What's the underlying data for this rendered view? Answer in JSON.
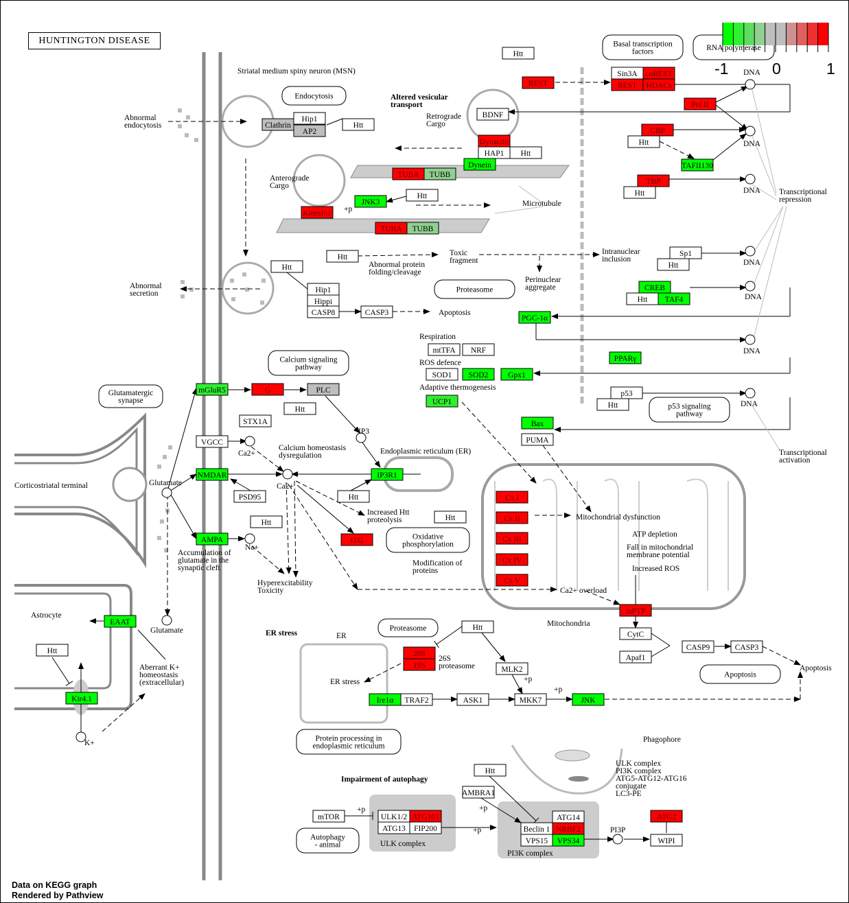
{
  "title": "HUNTINGTON DISEASE",
  "footer": {
    "line1": "Data on KEGG graph",
    "line2": "Rendered by Pathview"
  },
  "legend": {
    "min_label": "-1",
    "mid_label": "0",
    "max_label": "1",
    "colors": [
      "#00ff00",
      "#30ee30",
      "#5fdc5f",
      "#90d090",
      "#bebebe",
      "#bebebe",
      "#d09090",
      "#e06060",
      "#f03030",
      "#ff0000"
    ]
  },
  "colors": {
    "up": "#ff0000",
    "down": "#00ff00",
    "weak_down": "#90d090",
    "none": "#bebebe",
    "nodata": "#ffffff"
  },
  "nodes": [
    {
      "label": "Clathrin",
      "fill": "#bebebe"
    },
    {
      "label": "Hip1",
      "fill": "#ffffff"
    },
    {
      "label": "AP2",
      "fill": "#bebebe"
    },
    {
      "label": "Htt",
      "fill": "#ffffff"
    },
    {
      "label": "Htt",
      "fill": "#ffffff"
    },
    {
      "label": "REST",
      "fill": "#ff0000"
    },
    {
      "label": "Sin3A",
      "fill": "#ffffff"
    },
    {
      "label": "coREST",
      "fill": "#ff0000"
    },
    {
      "label": "REST",
      "fill": "#ff0000"
    },
    {
      "label": "HDACs",
      "fill": "#ff0000"
    },
    {
      "label": "Pol II",
      "fill": "#ff0000"
    },
    {
      "label": "CBP",
      "fill": "#ff0000"
    },
    {
      "label": "Htt",
      "fill": "#ffffff"
    },
    {
      "label": "TAFII130",
      "fill": "#00ff00"
    },
    {
      "label": "TBP",
      "fill": "#ff0000"
    },
    {
      "label": "Htt",
      "fill": "#ffffff"
    },
    {
      "label": "BDNF",
      "fill": "#ffffff"
    },
    {
      "label": "Dynactin",
      "fill": "#ff0000"
    },
    {
      "label": "HAP1",
      "fill": "#ffffff"
    },
    {
      "label": "Htt",
      "fill": "#ffffff"
    },
    {
      "label": "Dynein",
      "fill": "#00ff00"
    },
    {
      "label": "TUBA",
      "fill": "#ff0000"
    },
    {
      "label": "TUBB",
      "fill": "#90d090"
    },
    {
      "label": "JNK3",
      "fill": "#00ff00"
    },
    {
      "label": "Htt",
      "fill": "#ffffff"
    },
    {
      "label": "Kinesin1",
      "fill": "#ff0000"
    },
    {
      "label": "TUBA",
      "fill": "#ff0000"
    },
    {
      "label": "TUBB",
      "fill": "#90d090"
    },
    {
      "label": "Htt",
      "fill": "#ffffff"
    },
    {
      "label": "Htt",
      "fill": "#ffffff"
    },
    {
      "label": "Hip1",
      "fill": "#ffffff"
    },
    {
      "label": "Hippi",
      "fill": "#ffffff"
    },
    {
      "label": "CASP8",
      "fill": "#ffffff"
    },
    {
      "label": "CASP3",
      "fill": "#ffffff"
    },
    {
      "label": "Sp1",
      "fill": "#ffffff"
    },
    {
      "label": "Htt",
      "fill": "#ffffff"
    },
    {
      "label": "CREB",
      "fill": "#00ff00"
    },
    {
      "label": "Htt",
      "fill": "#ffffff"
    },
    {
      "label": "TAF4",
      "fill": "#00ff00"
    },
    {
      "label": "PGC-1α",
      "fill": "#00ff00"
    },
    {
      "label": "PPARγ",
      "fill": "#00ff00"
    },
    {
      "label": "p53",
      "fill": "#ffffff"
    },
    {
      "label": "Htt",
      "fill": "#ffffff"
    },
    {
      "label": "mtTFA",
      "fill": "#ffffff"
    },
    {
      "label": "NRF",
      "fill": "#ffffff"
    },
    {
      "label": "SOD1",
      "fill": "#ffffff"
    },
    {
      "label": "SOD2",
      "fill": "#00ff00"
    },
    {
      "label": "Gpx1",
      "fill": "#00ff00"
    },
    {
      "label": "UCP1",
      "fill": "#30ee30"
    },
    {
      "label": "Bax",
      "fill": "#00ff00"
    },
    {
      "label": "PUMA",
      "fill": "#ffffff"
    },
    {
      "label": "mGluR5",
      "fill": "#30ee30"
    },
    {
      "label": "G",
      "fill": "#ff0000"
    },
    {
      "label": "PLC",
      "fill": "#bebebe"
    },
    {
      "label": "Htt",
      "fill": "#ffffff"
    },
    {
      "label": "STX1A",
      "fill": "#ffffff"
    },
    {
      "label": "VGCC",
      "fill": "#ffffff"
    },
    {
      "label": "NMDAR",
      "fill": "#00ff00"
    },
    {
      "label": "PSD95",
      "fill": "#ffffff"
    },
    {
      "label": "Htt",
      "fill": "#ffffff"
    },
    {
      "label": "AMPA",
      "fill": "#00ff00"
    },
    {
      "label": "IP3R1",
      "fill": "#00ff00"
    },
    {
      "label": "Htt",
      "fill": "#ffffff"
    },
    {
      "label": "tTG",
      "fill": "#ff0000"
    },
    {
      "label": "Htt",
      "fill": "#ffffff"
    },
    {
      "label": "Cx I",
      "fill": "#ff0000"
    },
    {
      "label": "Cx II",
      "fill": "#ff0000"
    },
    {
      "label": "Cx III",
      "fill": "#ff0000"
    },
    {
      "label": "Cx IV",
      "fill": "#ff0000"
    },
    {
      "label": "Cx V",
      "fill": "#ff0000"
    },
    {
      "label": "mPTP",
      "fill": "#ff0000"
    },
    {
      "label": "CytC",
      "fill": "#ffffff"
    },
    {
      "label": "Apaf1",
      "fill": "#ffffff"
    },
    {
      "label": "CASP9",
      "fill": "#ffffff"
    },
    {
      "label": "CASP3",
      "fill": "#ffffff"
    },
    {
      "label": "Htt",
      "fill": "#ffffff"
    },
    {
      "label": "MLK2",
      "fill": "#ffffff"
    },
    {
      "label": "ASK1",
      "fill": "#ffffff"
    },
    {
      "label": "MKK7",
      "fill": "#ffffff"
    },
    {
      "label": "JNK",
      "fill": "#00ff00"
    },
    {
      "label": "20S",
      "fill": "#ff0000"
    },
    {
      "label": "19S",
      "fill": "#ff0000"
    },
    {
      "label": "Ire1α",
      "fill": "#00ff00"
    },
    {
      "label": "TRAF2",
      "fill": "#ffffff"
    },
    {
      "label": "EAAT",
      "fill": "#00ff00"
    },
    {
      "label": "Htt",
      "fill": "#ffffff"
    },
    {
      "label": "Kir4.1",
      "fill": "#00ff00"
    },
    {
      "label": "Htt",
      "fill": "#ffffff"
    },
    {
      "label": "AMBRA1",
      "fill": "#ffffff"
    },
    {
      "label": "mTOR",
      "fill": "#ffffff"
    },
    {
      "label": "ULK1/2",
      "fill": "#ffffff"
    },
    {
      "label": "ATG101",
      "fill": "#ff0000"
    },
    {
      "label": "ATG13",
      "fill": "#ffffff"
    },
    {
      "label": "FIP200",
      "fill": "#ffffff"
    },
    {
      "label": "ATG14",
      "fill": "#ffffff"
    },
    {
      "label": "Beclin 1",
      "fill": "#ffffff"
    },
    {
      "label": "NRBF2",
      "fill": "#ff0000"
    },
    {
      "label": "VPS15",
      "fill": "#ffffff"
    },
    {
      "label": "VPS34",
      "fill": "#00ff00"
    },
    {
      "label": "ATG2",
      "fill": "#ff0000"
    },
    {
      "label": "WIPI",
      "fill": "#ffffff"
    }
  ],
  "pathway_links": [
    "Endocytosis",
    "Basal transcription\nfactors",
    "RNA polymerase",
    "Proteasome",
    "Calcium signaling\npathway",
    "Glutamatergic\nsynapse",
    "p53 signaling\npathway",
    "Oxidative\nphosphorylation",
    "Proteasome",
    "Apoptosis",
    "Protein processing in\nendoplasmic reticulum",
    "Autophagy\n- animal"
  ],
  "labels": [
    "Striatal medium spiny neuron (MSN)",
    "Abnormal\nendocytosis",
    "Altered vesicular\ntransport",
    "Retrograde\nCargo",
    "Anterograde\nCargo",
    "Microtubule",
    "Toxic\nfragment",
    "Abnormal protein\nfolding/cleavage",
    "Intranuclear\ninclusion",
    "Perinuclear\naggregate",
    "Abnormal\nsecretion",
    "Apoptosis",
    "Transcriptional\nrepression",
    "DNA",
    "DNA",
    "DNA",
    "DNA",
    "DNA",
    "DNA",
    "DNA",
    "Respiration",
    "ROS defence",
    "Adaptive thermogenesis",
    "Endoplasmic reticulum (ER)",
    "Calcium homeostasis\ndysregulation",
    "Corticostriatal terminal",
    "Glutamate",
    "Ca2+",
    "Ca2+",
    "Increased Htt\nproteolysis",
    "Mitochondrial dysfunction",
    "ATP depletion",
    "Fall in mitochondrial\nmembrane potential",
    "Increased ROS",
    "Modification of\nproteins",
    "Accumulation of\nglutamate in the\nsynaptic cleft",
    "Na+",
    "Hyperexcitability\nToxicity",
    "Ca2+ overload",
    "Mitochondria",
    "Astrocyte",
    "Glutamate",
    "Aberrant K+\nhomeostasis\n(extracellular)",
    "K+",
    "ER stress",
    "ER",
    "26S\nproteasome",
    "ER stress",
    "+p",
    "+p",
    "Transcriptional\nactivation",
    "Apoptosis",
    "Phagophore",
    "ULK complex\nPI3K complex\nATG5-ATG12-ATG16\nconjugate\nLC3-PE",
    "Impairment of autophagy",
    "+p",
    "+p",
    "+p",
    "ULK complex",
    "PI3K complex",
    "PI3P",
    "+p",
    "IP3"
  ]
}
